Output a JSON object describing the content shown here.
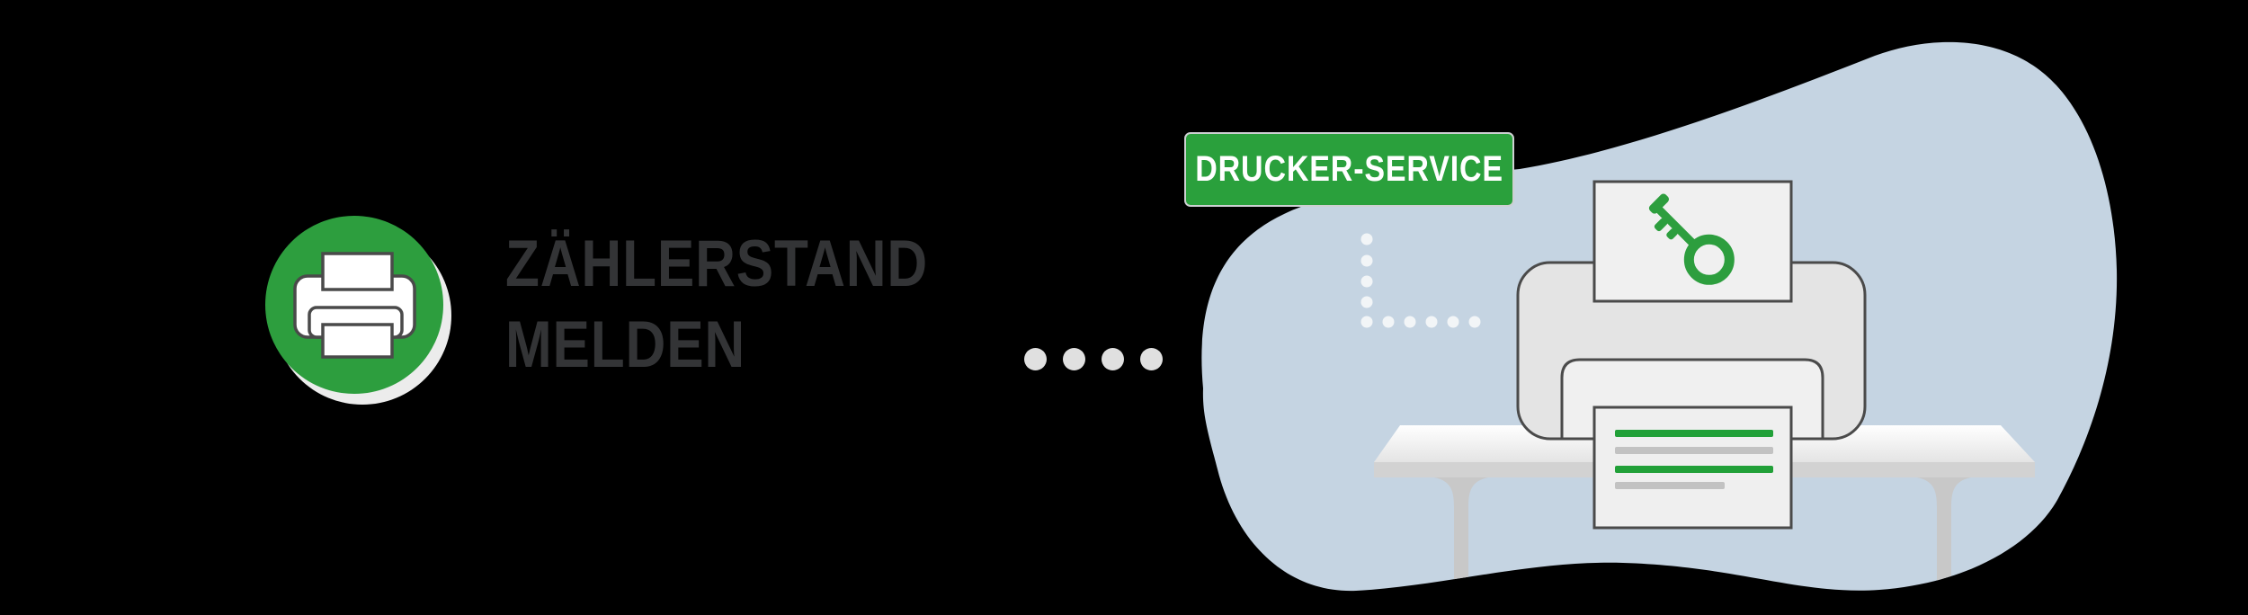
{
  "page": {
    "background": "#000000"
  },
  "hero": {
    "title_line1": "ZÄHLERSTAND",
    "title_line2": "MELDEN",
    "title_color": "#333436",
    "circle_color": "#2d9e3e",
    "circle_shadow_color": "#ececec",
    "separator_dots_count": 4,
    "separator_dots_color": "#e0e0e0"
  },
  "illustration": {
    "badge": {
      "label": "DRUCKER-SERVICE",
      "background": "#2aa03c",
      "text_color": "#ffffff",
      "border_color": "#cdd0d2"
    },
    "blob_color": "#c5d4e2",
    "accent_green": "#2d9e3e",
    "doc_line_green": "#21a038",
    "doc_line_gray": "#c2c2c2",
    "outline_color": "#4a4a4a",
    "paper_color": "#f0f0f0",
    "printer_color": "#e4e4e4",
    "table_edge_color": "#d2d2d2",
    "table_leg_color": "#c8c8c8",
    "dotted_trail_color": "#f2f5f7"
  }
}
